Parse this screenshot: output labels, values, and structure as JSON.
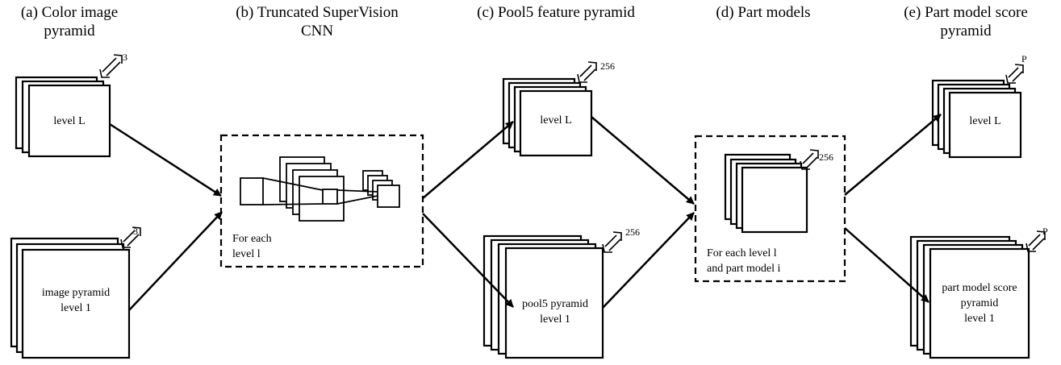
{
  "headings": {
    "a": {
      "line1": "(a) Color image",
      "line2": "pyramid"
    },
    "b": {
      "line1": "(b) Truncated SuperVision",
      "line2": "CNN"
    },
    "c": {
      "line1": "(c) Pool5 feature pyramid"
    },
    "d": {
      "line1": "(d) Part models"
    },
    "e": {
      "line1": "(e) Part model score",
      "line2": "pyramid"
    }
  },
  "color_pyramid": {
    "top": {
      "label": "level L",
      "depth": "3"
    },
    "bottom": {
      "label_line1": "image pyramid",
      "label_line2": "level 1",
      "depth": "3"
    }
  },
  "cnn": {
    "note_line1": "For each",
    "note_line2": "level l"
  },
  "pool5_pyramid": {
    "top": {
      "label": "level L",
      "depth": "256"
    },
    "bottom": {
      "label_line1": "pool5 pyramid",
      "label_line2": "level 1",
      "depth": "256"
    }
  },
  "part_models": {
    "depth": "256",
    "note_line1": "For each level l",
    "note_line2": "and part model i"
  },
  "score_pyramid": {
    "top": {
      "label": "level L",
      "depth": "P"
    },
    "bottom": {
      "label_line1": "part model score",
      "label_line2": "pyramid",
      "label_line3": "level 1",
      "depth": "P"
    }
  },
  "colors": {
    "stroke": "#000000",
    "background": "#ffffff"
  }
}
